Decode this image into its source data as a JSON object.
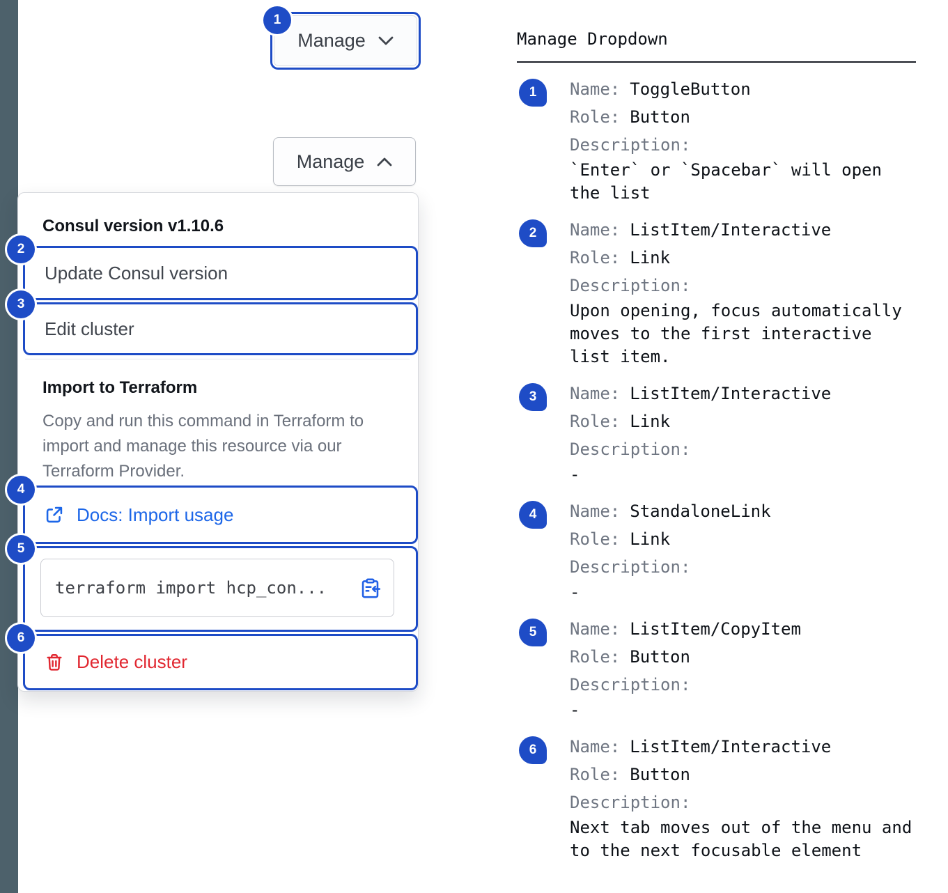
{
  "colors": {
    "accent_blue": "#1E4CC6",
    "link_blue": "#1C66E8",
    "danger_red": "#E12730",
    "rail_slate": "#4D616B"
  },
  "toggle_button": {
    "label": "Manage",
    "badge": "1"
  },
  "expanded_button": {
    "label": "Manage"
  },
  "dropdown": {
    "section_title": "Consul version v1.10.6",
    "update_item": {
      "label": "Update Consul version",
      "badge": "2"
    },
    "edit_item": {
      "label": "Edit cluster",
      "badge": "3"
    },
    "import_section": {
      "title": "Import to Terraform",
      "description": "Copy and run this command in Terraform to import and manage this resource via our Terraform Provider."
    },
    "docs_link": {
      "label": "Docs: Import usage",
      "badge": "4"
    },
    "copy_item": {
      "code": "terraform import hcp_con...",
      "badge": "5"
    },
    "delete_item": {
      "label": "Delete cluster",
      "badge": "6"
    }
  },
  "annotations_panel": {
    "title": "Manage Dropdown",
    "labels": {
      "name": "Name:",
      "role": "Role:",
      "description": "Description:"
    },
    "entries": [
      {
        "num": "1",
        "name": "ToggleButton",
        "role": "Button",
        "description": "`Enter` or `Spacebar` will open the list"
      },
      {
        "num": "2",
        "name": "ListItem/Interactive",
        "role": "Link",
        "description": "Upon opening, focus automatically moves to the first interactive list item."
      },
      {
        "num": "3",
        "name": "ListItem/Interactive",
        "role": "Link",
        "description": "-"
      },
      {
        "num": "4",
        "name": "StandaloneLink",
        "role": "Link",
        "description": "-"
      },
      {
        "num": "5",
        "name": "ListItem/CopyItem",
        "role": "Button",
        "description": "-"
      },
      {
        "num": "6",
        "name": "ListItem/Interactive",
        "role": "Button",
        "description": "Next tab moves out of the menu and to the next focusable element"
      }
    ]
  }
}
